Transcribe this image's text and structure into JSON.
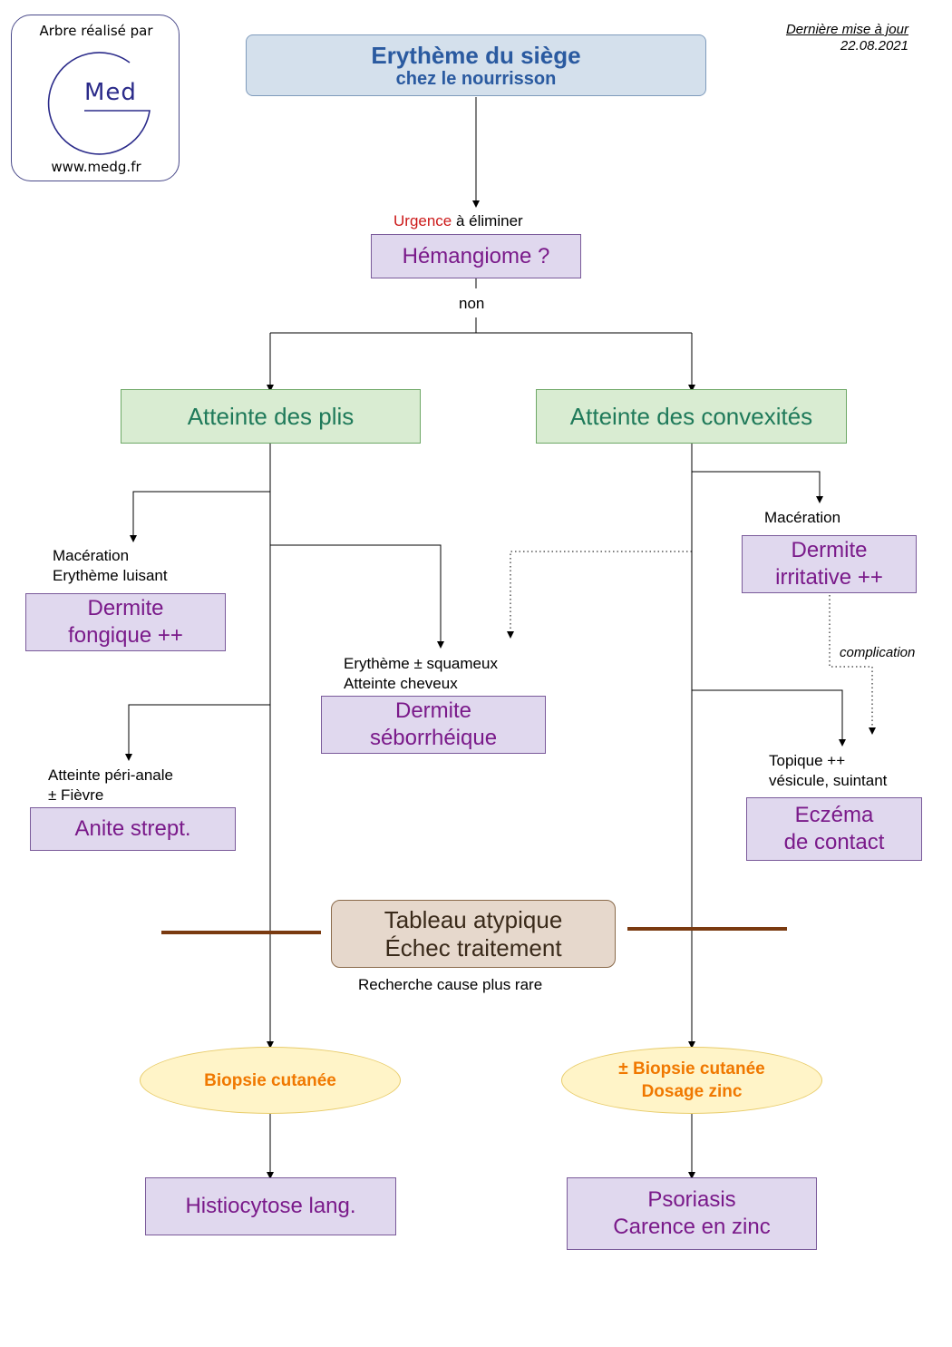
{
  "logo": {
    "top_text": "Arbre réalisé par",
    "word": "Med",
    "url": "www.medg.fr",
    "color": "#2b2b8a"
  },
  "update": {
    "line1": "Dernière mise à jour",
    "line2": "22.08.2021"
  },
  "title": {
    "line1": "Erythème du siège",
    "line2": "chez le nourrisson"
  },
  "urgence": {
    "word": "Urgence",
    "rest": " à éliminer"
  },
  "hemangiome": "Hémangiome ?",
  "non": "non",
  "branches": {
    "plis": "Atteinte des plis",
    "convexites": "Atteinte des convexités"
  },
  "fongique": {
    "clue1": "Macération",
    "clue2": "Erythème luisant",
    "line1": "Dermite",
    "line2": "fongique ++"
  },
  "seborrheique": {
    "clue1": "Erythème ± squameux",
    "clue2": "Atteinte cheveux",
    "line1": "Dermite",
    "line2": "séborrhéique"
  },
  "anite": {
    "clue1": "Atteinte péri-anale",
    "clue2": "± Fièvre",
    "line1": "Anite strept."
  },
  "irritative": {
    "clue1": "Macération",
    "line1": "Dermite",
    "line2": "irritative ++"
  },
  "complication": "complication",
  "eczema": {
    "clue1": "Topique ++",
    "clue2": "vésicule, suintant",
    "line1": "Eczéma",
    "line2": "de contact"
  },
  "atypique": {
    "line1": "Tableau atypique",
    "line2": "Échec traitement",
    "caption": "Recherche cause plus rare"
  },
  "oval_left": {
    "line1": "Biopsie cutanée"
  },
  "oval_right": {
    "line1": "± Biopsie cutanée",
    "line2": "Dosage zinc"
  },
  "histiocytose": "Histiocytose lang.",
  "psoriasis": {
    "line1": "Psoriasis",
    "line2": "Carence en zinc"
  },
  "colors": {
    "purple_text": "#7a1a8a",
    "green_text": "#1f7a5a",
    "orange_text": "#f07800",
    "brown_bar": "#7a3a10",
    "urgence_red": "#cc1a1a"
  }
}
